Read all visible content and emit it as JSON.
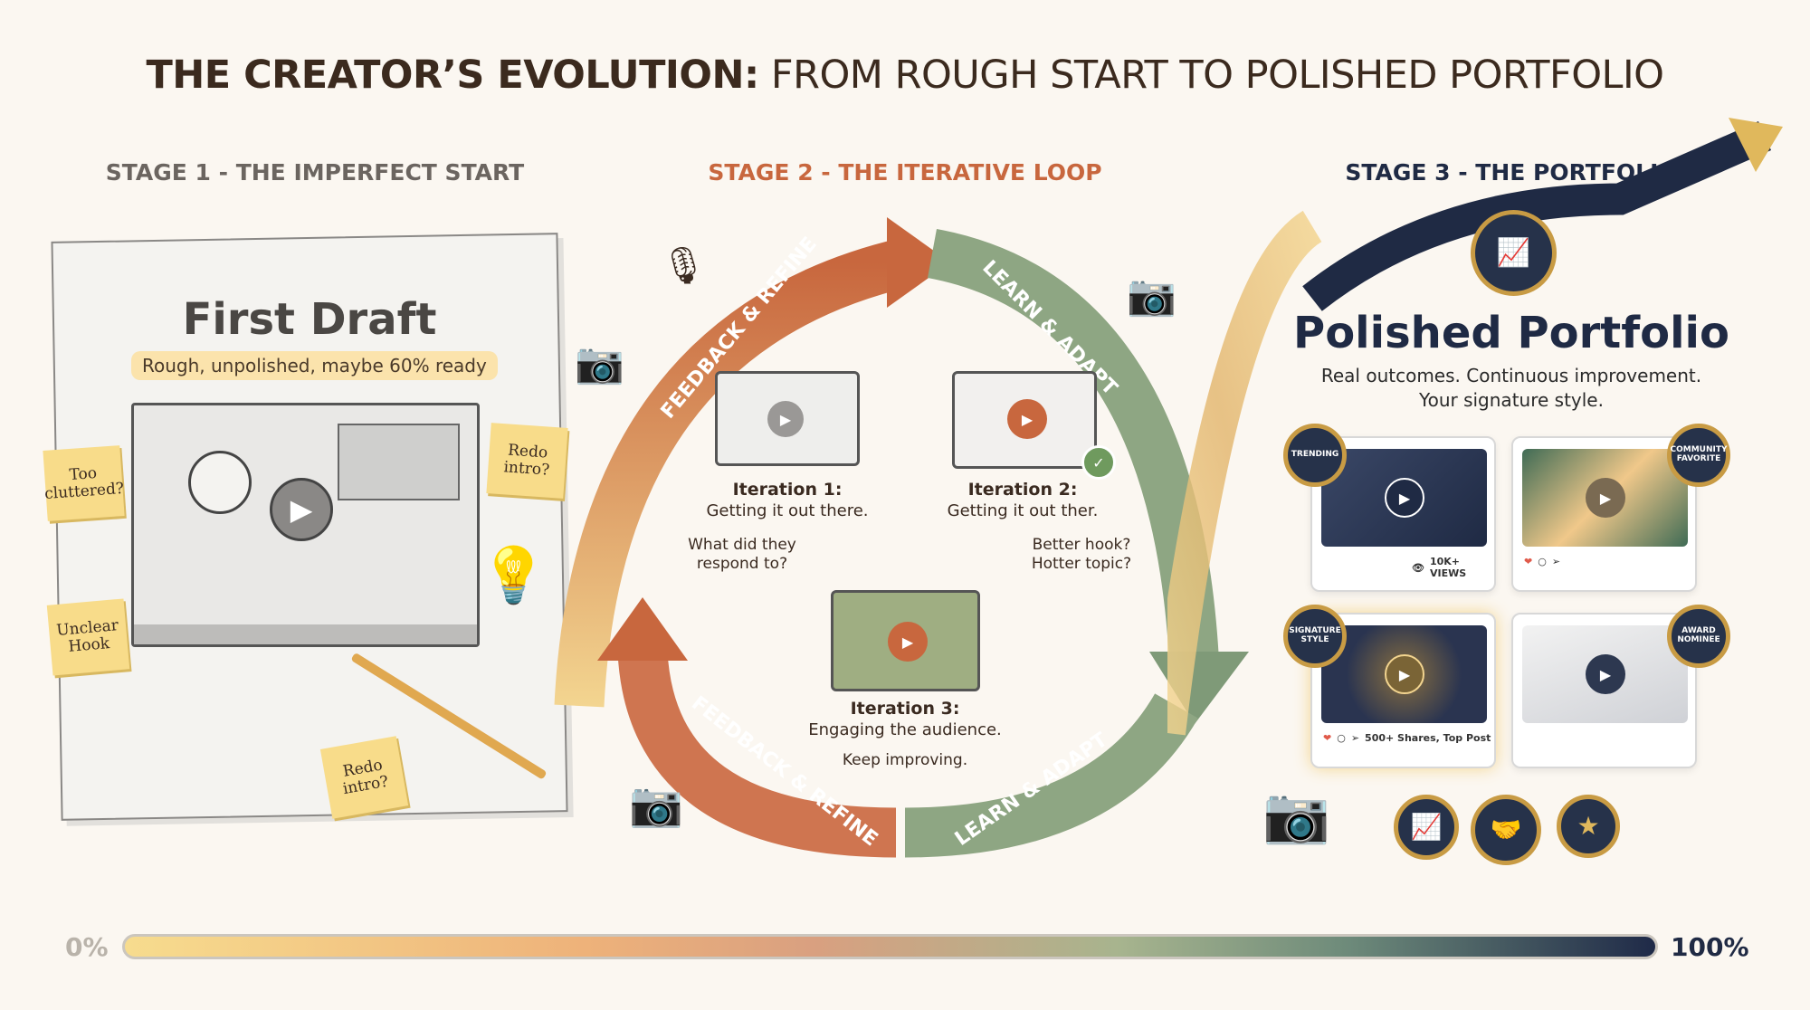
{
  "title": {
    "bold": "THE CREATOR’S EVOLUTION:",
    "light": " FROM ROUGH START TO POLISHED PORTFOLIO"
  },
  "stages": [
    {
      "label": "STAGE 1 - THE IMPERFECT START",
      "color": "#6b6560"
    },
    {
      "label": "STAGE 2 - THE ITERATIVE LOOP",
      "color": "#c8673e"
    },
    {
      "label": "STAGE 3 - THE PORTFOLIO",
      "color": "#1f2a44"
    }
  ],
  "stage1": {
    "title": "First Draft",
    "subtitle": "Rough, unpolished, maybe 60% ready",
    "notes": [
      "Too cluttered?",
      "Redo intro?",
      "Unclear Hook",
      "Redo intro?"
    ]
  },
  "stage2": {
    "arrows": [
      "FEEDBACK & REFINE",
      "LEARN & ADAPT",
      "FEEDBACK & REFINE",
      "LEARN & ADAPT"
    ],
    "iterations": [
      {
        "title": "Iteration 1:",
        "desc": "Getting it out there."
      },
      {
        "title": "Iteration 2:",
        "desc": "Getting it out ther."
      },
      {
        "title": "Iteration 3:",
        "desc": "Engaging the audience."
      }
    ],
    "prompts": [
      "What did they respond to?",
      "Better hook? Hotter topic?",
      "Keep improving."
    ]
  },
  "stage3": {
    "title": "Polished Portfolio",
    "subtitle_1": "Real outcomes. Continuous improvement.",
    "subtitle_2": "Your signature style.",
    "cards": [
      {
        "badge": "TRENDING",
        "caption": "10K+ VIEWS"
      },
      {
        "badge": "COMMUNITY FAVORITE",
        "caption": ""
      },
      {
        "badge": "SIGNATURE STYLE",
        "caption": "500+ Shares, Top Post"
      },
      {
        "badge": "AWARD NOMINEE",
        "caption": ""
      }
    ]
  },
  "progress": {
    "start": "0%",
    "end": "100%",
    "value": 100
  },
  "colors": {
    "orange": "#c8673e",
    "green": "#7f9a78",
    "navy": "#1f2a44",
    "gold": "#c89b44"
  }
}
